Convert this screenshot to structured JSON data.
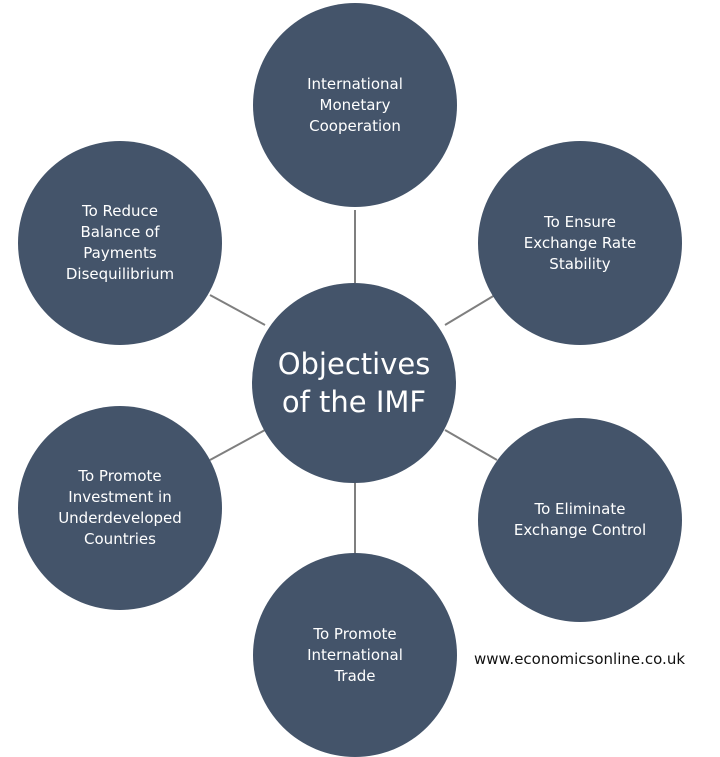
{
  "center": {
    "label": "Objectives\nof the IMF"
  },
  "objectives": [
    {
      "label": "International\nMonetary\nCooperation"
    },
    {
      "label": "To Ensure\nExchange Rate\nStability"
    },
    {
      "label": "To Eliminate\nExchange Control"
    },
    {
      "label": "To Promote\nInternational\nTrade"
    },
    {
      "label": "To Promote\nInvestment in\nUnderdeveloped\nCountries"
    },
    {
      "label": "To Reduce\nBalance of\nPayments\nDisequilibrium"
    }
  ],
  "source": "www.economicsonline.co.uk",
  "colors": {
    "circle": "#44546a",
    "line": "#7f7f7f"
  }
}
